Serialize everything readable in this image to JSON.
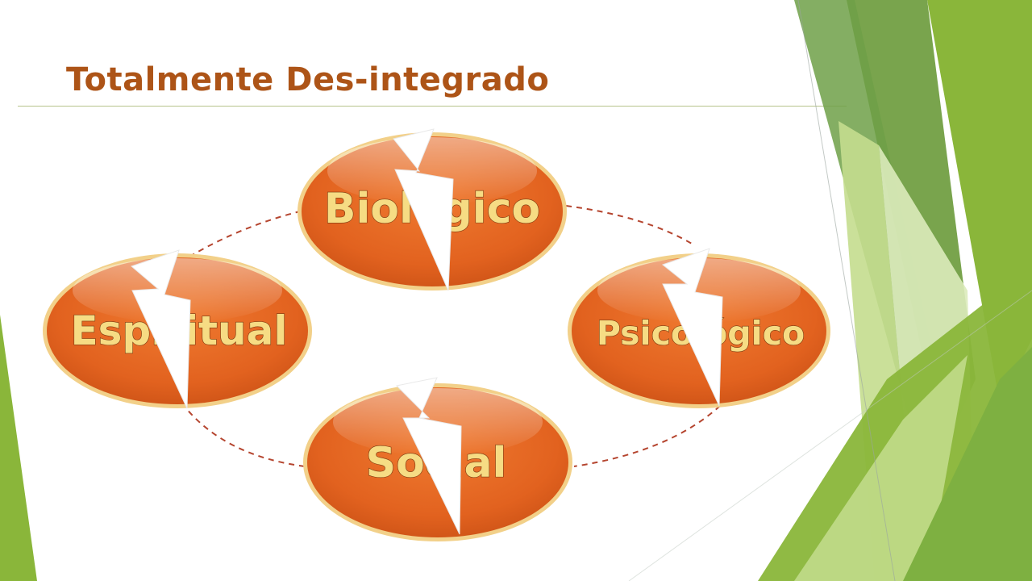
{
  "slide": {
    "title": "Totalmente Des-integrado"
  },
  "diagram": {
    "nodes": [
      {
        "id": "biologico",
        "label": "Biológico"
      },
      {
        "id": "psicologico",
        "label": "Psicológico"
      },
      {
        "id": "social",
        "label": "Social"
      },
      {
        "id": "espiritual",
        "label": "Espiritual"
      }
    ],
    "cycle_order": [
      "biologico",
      "psicologico",
      "social",
      "espiritual"
    ],
    "connector_style": "dashed",
    "break_marker": "lightning-bolt",
    "colors": {
      "title": "#ad5417",
      "node_fill": "#e2621f",
      "node_border": "#f2d089",
      "label_text": "#f6dc84",
      "connector": "#b5452f",
      "decoration_greens": [
        "#8ab63a",
        "#6a9a3a",
        "#c4dd8e",
        "#dcebbb"
      ]
    }
  }
}
